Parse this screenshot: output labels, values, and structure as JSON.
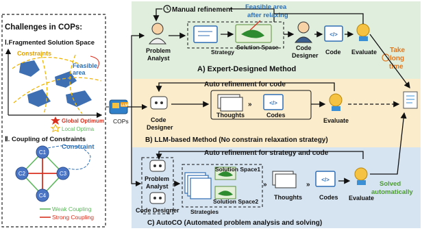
{
  "left_panel": {
    "title": "Challenges in COPs:",
    "section1_title": "Ⅰ.Fragmented Solution Space",
    "constraints_label": "Constraints",
    "feasible_area_label_1": "Feasible",
    "feasible_area_label_2": "area",
    "global_optimum_label": "Global Optimum",
    "local_optima_label": "Local Optima",
    "section2_title": "Ⅱ. Coupling of Constraints",
    "constraint_label": "Constraint",
    "nodes": [
      "C1",
      "C2",
      "C3",
      "C4"
    ],
    "weak_coupling_label": "Weak Coupling",
    "strong_coupling_label": "Strong Coupling",
    "colors": {
      "weak": "#5cb85c",
      "strong": "#d9301f",
      "constraint": "#2a6fb7"
    }
  },
  "cops_label": "COPs",
  "cops_badge": "LLM",
  "panel_a": {
    "manual_refinement": "Manual refinement",
    "feasible_after_1": "Feasible area",
    "feasible_after_2": "after relaxing",
    "problem_analyst_1": "Problem",
    "problem_analyst_2": "Analyst",
    "strategy": "Strategy",
    "solution_space": "Solution Space",
    "code_designer_1": "Code",
    "code_designer_2": "Designer",
    "code": "Code",
    "evaluate": "Evaluate",
    "take_long_1": "Take",
    "take_long_2": "long",
    "take_long_3": "time",
    "caption": "A) Expert-Designed Method",
    "bg_color": "#dfeedd"
  },
  "panel_b": {
    "auto_refinement": "Auto refinement for code",
    "code_designer_1": "Code",
    "code_designer_2": "Designer",
    "thoughts": "Thoughts",
    "codes": "Codes",
    "evaluate": "Evaluate",
    "caption": "B) LLM-based Method (No constrain relaxation strategy)",
    "bg_color": "#fbeccb"
  },
  "panel_c": {
    "auto_refinement": "Auto refinement for strategy and code",
    "problem_analyst_1": "Problem",
    "problem_analyst_2": "Analyst",
    "code_designer": "Code Designer",
    "solution_space_1": "Solution Space1",
    "solution_space_2": "Solution Space2",
    "strategies": "Strategies",
    "thoughts": "Thoughts",
    "codes": "Codes",
    "evaluate": "Evaluate",
    "solved_1": "Solved",
    "solved_2": "automatically",
    "caption": "C) AutoCO (Automated problem analysis and solving)",
    "bg_color": "#d6e4f2"
  }
}
